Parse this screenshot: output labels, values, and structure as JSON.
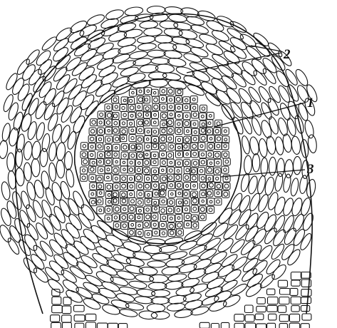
{
  "figure": {
    "labels": [
      {
        "id": "label-2",
        "text": "2"
      },
      {
        "id": "label-1",
        "text": "1"
      },
      {
        "id": "label-3",
        "text": "3"
      }
    ],
    "colors": {
      "background": "#ffffff",
      "ink": "#111111"
    }
  }
}
